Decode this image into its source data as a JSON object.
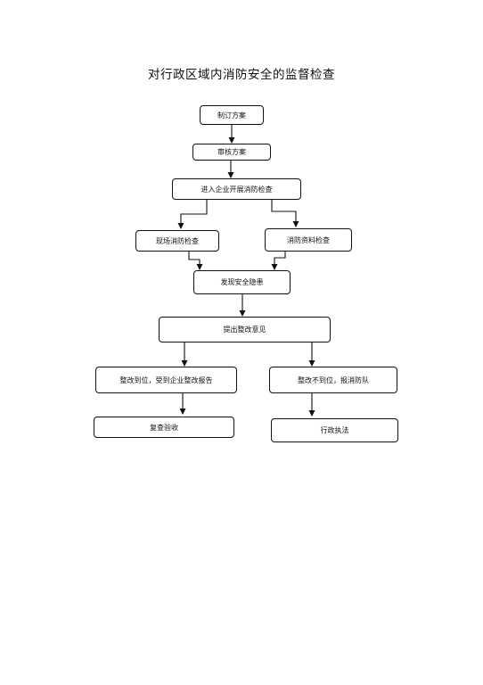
{
  "title": "对行政区域内消防安全的监督检查",
  "nodes": {
    "plan": "制订方案",
    "review": "审核方案",
    "enter": "进入企业开展消防检查",
    "site": "现场消防检查",
    "docs": "消防资料检查",
    "hazard": "发现安全隐患",
    "opinion": "提出整改意见",
    "rectified": "整改到位，受到企业整改报告",
    "not_rectified": "整改不到位，报消防队",
    "reinspect": "复查验收",
    "enforce": "行政执法"
  }
}
